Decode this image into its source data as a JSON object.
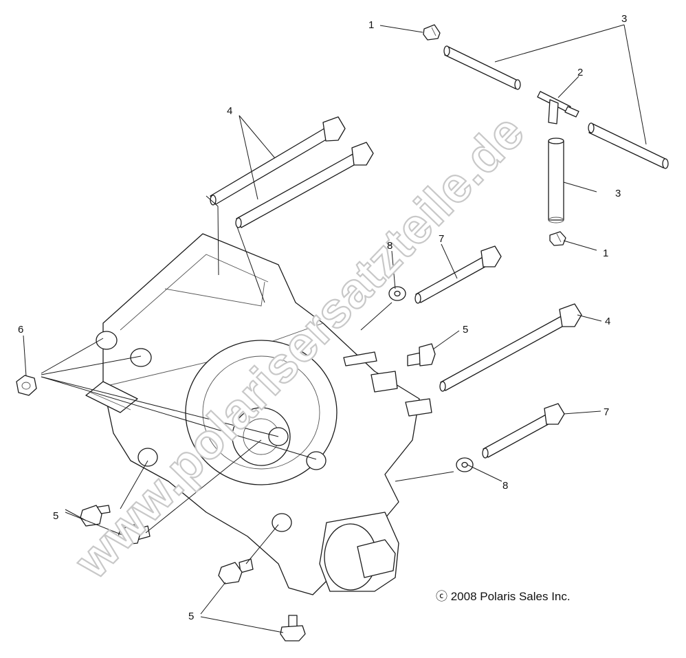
{
  "watermark": "www.polarisersatzteile.de",
  "copyright": "ⓒ 2008 Polaris Sales Inc.",
  "callouts": {
    "c1_top": "1",
    "c1_right": "1",
    "c2": "2",
    "c3_top": "3",
    "c3_right": "3",
    "c4_left": "4",
    "c4_right": "4",
    "c5_mid": "5",
    "c5_left": "5",
    "c5_bottom": "5",
    "c6": "6",
    "c7_top": "7",
    "c7_right": "7",
    "c8_top": "8",
    "c8_bottom": "8"
  }
}
